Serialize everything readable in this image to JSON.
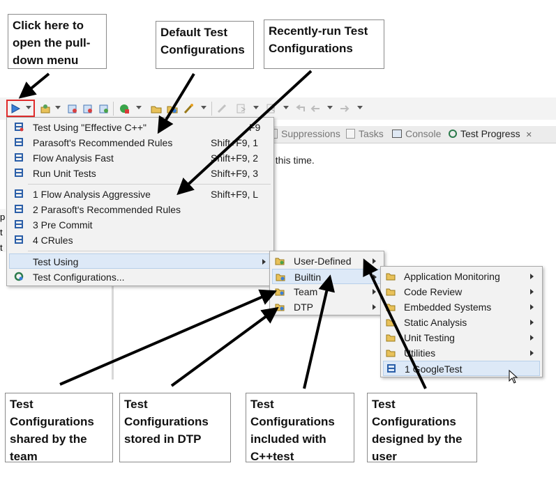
{
  "callouts": {
    "pulldown": "Click here to open the pull-down menu",
    "default_configs": "Default Test Configurations",
    "recent_configs": "Recently-run Test Configurations",
    "team": "Test Configurations shared by the team",
    "dtp": "Test Configurations stored in DTP",
    "builtin": "Test Configurations included with C++test",
    "user": "Test Configurations designed by the user"
  },
  "tabs": {
    "suppressions": "Suppressions",
    "tasks": "Tasks",
    "console": "Console",
    "test_progress": "Test Progress",
    "close": "✕"
  },
  "editor": {
    "message": "t this time."
  },
  "left_stubs": [
    "p",
    "t",
    "t"
  ],
  "main_menu": {
    "default_items": [
      {
        "label": "Test Using \"Effective C++\"",
        "shortcut": "F9"
      },
      {
        "label": "Parasoft's Recommended Rules",
        "shortcut": "Shift+F9, 1"
      },
      {
        "label": "Flow Analysis Fast",
        "shortcut": "Shift+F9, 2"
      },
      {
        "label": "Run Unit Tests",
        "shortcut": "Shift+F9, 3"
      }
    ],
    "recent_items": [
      {
        "label": "1 Flow Analysis Aggressive",
        "shortcut": "Shift+F9, L"
      },
      {
        "label": "2 Parasoft's Recommended Rules",
        "shortcut": ""
      },
      {
        "label": "3 Pre Commit",
        "shortcut": ""
      },
      {
        "label": "4 CRules",
        "shortcut": ""
      }
    ],
    "test_using": "Test Using",
    "test_configurations": "Test Configurations..."
  },
  "test_using_menu": {
    "items": [
      "User-Defined",
      "Builtin",
      "Team",
      "DTP"
    ]
  },
  "builtin_menu": {
    "items": [
      "Application Monitoring",
      "Code Review",
      "Embedded Systems",
      "Static Analysis",
      "Unit Testing",
      "Utilities"
    ],
    "recent": "1 GoogleTest"
  },
  "colors": {
    "highlight": "#dde9f7",
    "callout_border": "#8a8a8a",
    "run_button_outline": "#e02b2b",
    "arrow": "#000000"
  }
}
